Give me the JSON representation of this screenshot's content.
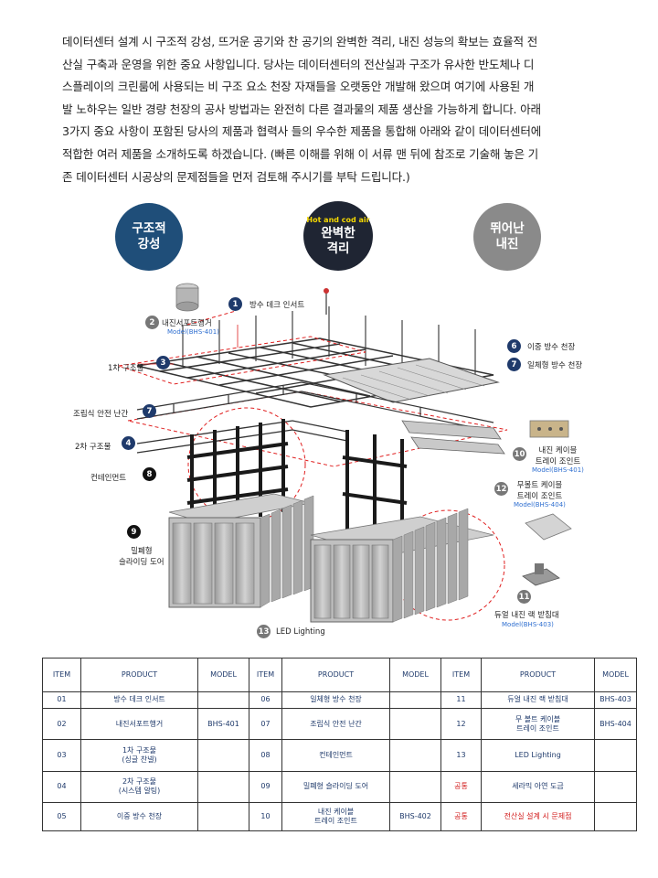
{
  "intro": {
    "lines": [
      "데이터센터 설계 시 구조적 강성, 뜨거운 공기와 찬 공기의 완벽한 격리, 내진 성능의 확보는 효율적 전",
      "산실 구축과 운영을 위한 중요 사항입니다. 당사는 데이터센터의 전산실과 구조가 유사한 반도체나 디",
      "스플레이의 크린룸에 사용되는 비 구조 요소 천장 자재들을 오랫동안 개발해 왔으며 여기에 사용된 개",
      "발 노하우는 일반 경량 천장의 공사 방법과는 완전히 다른 결과물의 제품 생산을 가능하게 합니다. 아래",
      "3가지 중요 사항이 포함된 당사의 제품과 협력사 들의 우수한 제품을 통합해 아래와 같이 데이터센터에",
      "적합한 여러 제품을 소개하도록 하겠습니다. (빠른 이해를 위해 이 서류 맨 뒤에 참조로 기술해 놓은 기",
      "존 데이터센터 시공상의 문제점들을 먼저 검토해 주시기를 부탁 드립니다.)"
    ]
  },
  "features": [
    {
      "label_line1": "구조적",
      "label_line2": "강성",
      "color": "#1f4e79"
    },
    {
      "tag": "Hot and cod air",
      "label_line1": "완벽한",
      "label_line2": "격리",
      "color": "#1f2533"
    },
    {
      "label_line1": "뛰어난",
      "label_line2": "내진",
      "color": "#8a8a8a"
    }
  ],
  "diagram": {
    "labels": {
      "l1": {
        "num": "1",
        "text": "방수 데크 인서트"
      },
      "l2": {
        "num": "2",
        "text": "내진서포트행거",
        "model": "Model(BHS-401)"
      },
      "l3": {
        "num": "3",
        "text": "1차 구조물"
      },
      "l4": {
        "num": "4",
        "text": "2차 구조물"
      },
      "l6": {
        "num": "6",
        "text": "이중 방수 천장"
      },
      "l7a": {
        "num": "7",
        "text": "일체형 방수 천장"
      },
      "l7b": {
        "num": "7",
        "text": "조립식 안전 난간"
      },
      "l8": {
        "num": "8",
        "text": "컨테인먼트"
      },
      "l9": {
        "num": "9",
        "text_line1": "밀폐형",
        "text_line2": "슬라이딩 도어"
      },
      "l10": {
        "num": "10",
        "text_line1": "내진 케이블",
        "text_line2": "트레이 조인트",
        "model": "Model(BHS-401)"
      },
      "l12": {
        "num": "12",
        "text_line1": "무볼트 케이블",
        "text_line2": "트레이 조인트",
        "model": "Model(BHS-404)"
      },
      "l11": {
        "num": "11",
        "text": "듀얼 내진 랙 받침대",
        "model": "Model(BHS-403)"
      },
      "l13": {
        "num": "13",
        "text": "LED Lighting"
      }
    },
    "colors": {
      "navy": "#1f3a6b",
      "red_dash": "#e02020",
      "structure": "#2a2a2a",
      "panel": "#b8b8b8"
    }
  },
  "table": {
    "headers": [
      "ITEM",
      "PRODUCT",
      "MODEL",
      "ITEM",
      "PRODUCT",
      "MODEL",
      "ITEM",
      "PRODUCT",
      "MODEL"
    ],
    "rows": [
      [
        "01",
        "방수 데크 인서트",
        "",
        "06",
        "일체형 방수 천장",
        "",
        "11",
        "듀얼 내진 랙 받침대",
        "BHS-403"
      ],
      [
        "02",
        "내진서포트행거",
        "BHS-401",
        "07",
        "조립식 안전 난간",
        "",
        "12",
        "무 볼트 케이블\n트레이 조인트",
        "BHS-404"
      ],
      [
        "03",
        "1차 구조물\n(싱글 찬넬)",
        "",
        "08",
        "컨테인먼트",
        "",
        "13",
        "LED Lighting",
        ""
      ],
      [
        "04",
        "2차 구조물\n(시스템 알팅)",
        "",
        "09",
        "밀폐형 슬라이딩 도어",
        "",
        "공통",
        "세라믹 아연 도금",
        ""
      ],
      [
        "05",
        "이중 방수 천장",
        "",
        "10",
        "내진 케이블\n트레이 조인트",
        "BHS-402",
        "공통",
        "전산실 설계 시 문제점",
        ""
      ]
    ]
  }
}
